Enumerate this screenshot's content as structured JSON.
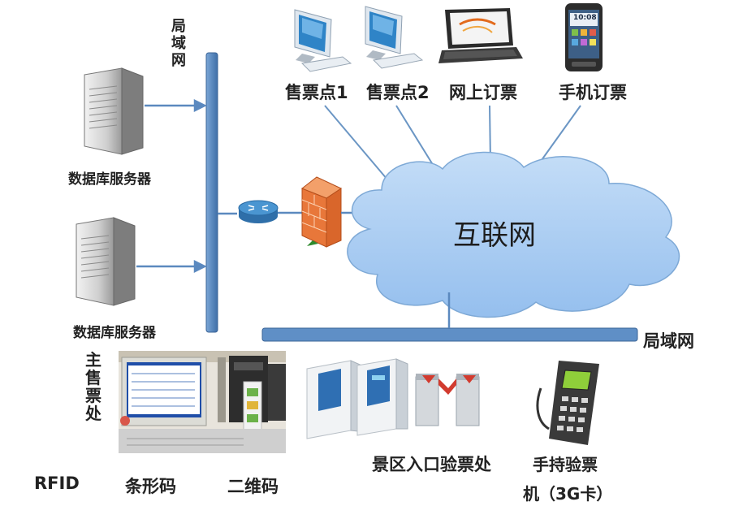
{
  "lan_left_label": "局域网",
  "lan_bottom_label": "局域网",
  "cloud_label": "互联网",
  "servers": [
    {
      "label": "数据库服务器"
    },
    {
      "label": "数据库服务器"
    }
  ],
  "clients": [
    {
      "label": "售票点1"
    },
    {
      "label": "售票点2"
    },
    {
      "label": "网上订票"
    },
    {
      "label": "手机订票"
    }
  ],
  "main_office_label": "主售票处",
  "rfid_label": "RFID",
  "barcode_label": "条形码",
  "qrcode_label": "二维码",
  "gate_label": "景区入口验票处",
  "handheld_label_line1": "手持验票",
  "handheld_label_line2": "机（3G卡）",
  "phone_screen_time": "10:08",
  "colors": {
    "bus": "#5b89bf",
    "cloud_fill": "#a9cdf3",
    "cloud_stroke": "#7ea9d6",
    "link_line": "#6b96c4",
    "firewall": "#e8773a"
  }
}
